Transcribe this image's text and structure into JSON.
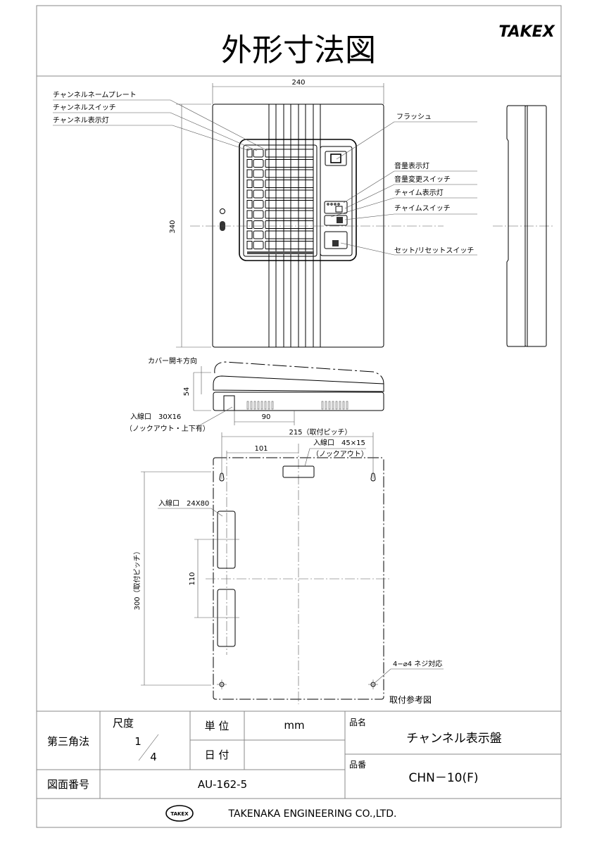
{
  "header": {
    "title": "外形寸法図",
    "brand": "TAKEX"
  },
  "front_view": {
    "dims": {
      "width": "240",
      "height": "340"
    },
    "labels_left": [
      "チャンネルネームプレート",
      "チャンネルスイッチ",
      "チャンネル表示灯"
    ],
    "labels_right": [
      "フラッシュ",
      "音量表示灯",
      "音量変更スイッチ",
      "チャイム表示灯",
      "チャイムスイッチ",
      "セット/リセットスイッチ"
    ],
    "channel_count": 10
  },
  "bottom_view": {
    "cover_direction": "カバー開キ方向",
    "depth": "54",
    "offset": "90",
    "inlet": "入線口　30X16",
    "inlet_note": "（ノックアウト・上下有）"
  },
  "mounting": {
    "pitch_h": "215（取付ピッチ）",
    "offset": "101",
    "inlet_top": "入線口　45×15",
    "inlet_top_note": "（ノックアウト）",
    "inlet_side": "入線口　24X80",
    "slot_pitch": "110",
    "pitch_v": "300（取付ピッチ）",
    "screw": "4−⌀4 ネジ対応",
    "caption": "取付参考図"
  },
  "title_block": {
    "projection": "第三角法",
    "scale_label": "尺度",
    "scale_num": "1",
    "scale_den": "4",
    "unit_label": "単 位",
    "unit_value": "mm",
    "date_label": "日 付",
    "date_value": "",
    "drawing_no_label": "図面番号",
    "drawing_no": "AU-162-5",
    "product_name_label": "品名",
    "product_name": "チャンネル表示盤",
    "product_no_label": "品番",
    "product_no": "CHN－10(F)",
    "company_logo": "TAKEX",
    "company": "TAKENAKA ENGINEERING CO.,LTD."
  }
}
